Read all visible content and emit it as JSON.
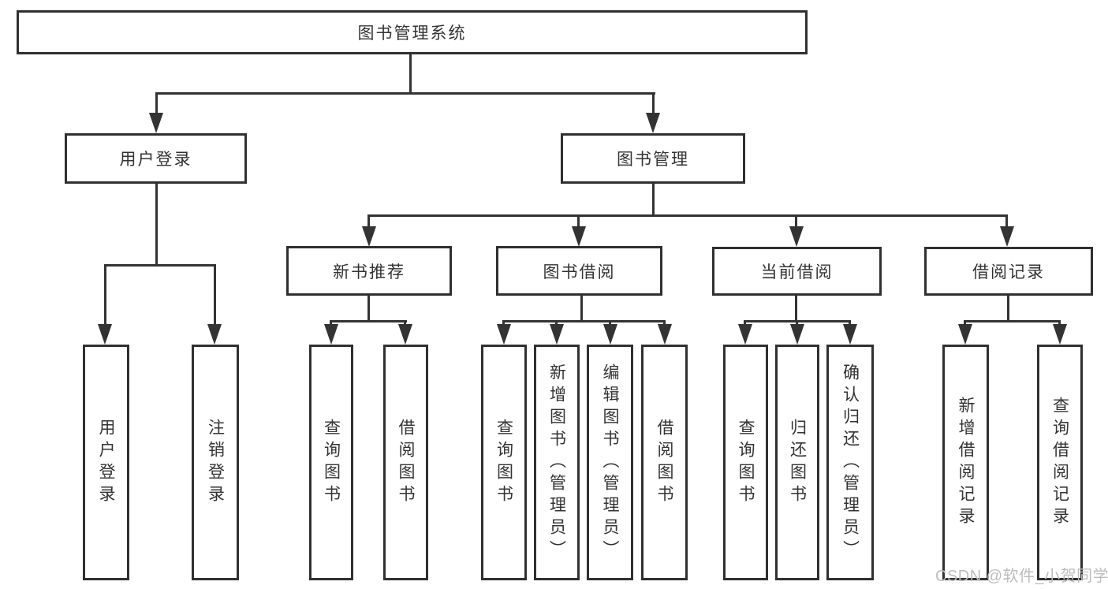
{
  "diagram_title": "图书管理系统",
  "watermark": "CSDN @软件_小贺同学",
  "colors": {
    "line": "#333333",
    "box_border": "#303030",
    "text": "#333333",
    "background": "#ffffff",
    "watermark": "#bdbdbd"
  },
  "tree": {
    "label": "图书管理系统",
    "children": [
      {
        "label": "用户登录",
        "children": [
          {
            "label": "用户登录"
          },
          {
            "label": "注销登录"
          }
        ]
      },
      {
        "label": "图书管理",
        "children": [
          {
            "label": "新书推荐",
            "children": [
              {
                "label": "查询图书"
              },
              {
                "label": "借阅图书"
              }
            ]
          },
          {
            "label": "图书借阅",
            "children": [
              {
                "label": "查询图书"
              },
              {
                "label": "新增图书（管理员）"
              },
              {
                "label": "编辑图书（管理员）"
              },
              {
                "label": "借阅图书"
              }
            ]
          },
          {
            "label": "当前借阅",
            "children": [
              {
                "label": "查询图书"
              },
              {
                "label": "归还图书"
              },
              {
                "label": "确认归还（管理员）"
              }
            ]
          },
          {
            "label": "借阅记录",
            "children": [
              {
                "label": "新增借阅记录"
              },
              {
                "label": "查询借阅记录"
              }
            ]
          }
        ]
      }
    ]
  }
}
